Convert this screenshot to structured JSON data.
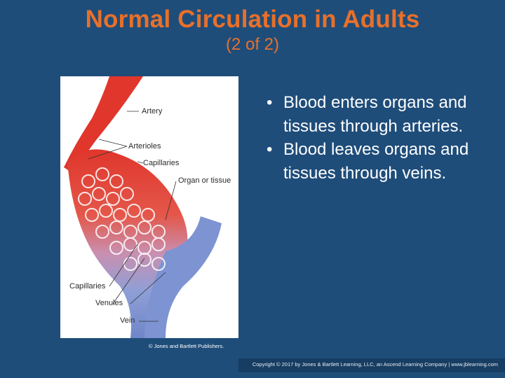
{
  "slide": {
    "title": "Normal Circulation in Adults",
    "subtitle": "(2 of 2)"
  },
  "figure": {
    "labels": {
      "artery": "Artery",
      "arterioles": "Arterioles",
      "capillaries_top": "Capillaries",
      "organ": "Organ or tissue",
      "capillaries_bottom": "Capillaries",
      "venules": "Venules",
      "vein": "Vein"
    },
    "copyright": "© Jones and Bartlett Publishers."
  },
  "bullets": [
    {
      "marker": "•",
      "text": "Blood enters organs and tissues through arteries."
    },
    {
      "marker": "•",
      "text": "Blood leaves organs and tissues through veins."
    }
  ],
  "footer": {
    "copyright": "Copyright © 2017 by Jones & Bartlett Learning, LLC, an Ascend Learning Company | www.jblearning.com"
  },
  "colors": {
    "background": "#1f4d7a",
    "title": "#e8702a",
    "artery": "#e0362c",
    "vein": "#6f86c9"
  }
}
